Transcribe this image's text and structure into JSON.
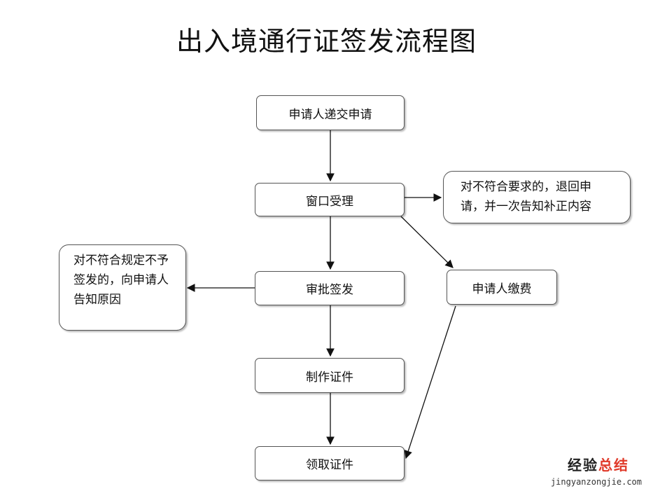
{
  "title": "出入境通行证签发流程图",
  "nodes": {
    "apply": "申请人递交申请",
    "window": "窗口受理",
    "approve": "审批签发",
    "make": "制作证件",
    "collect": "领取证件",
    "pay": "申请人缴费"
  },
  "notes": {
    "reject_return": "对不符合要求的，退回申请，并一次告知补正内容",
    "reject_inform": "对不符合规定不予签发的，向申请人告知原因"
  },
  "watermark": {
    "brand_dark": "经验",
    "brand_red": "总结",
    "url": "jingyanzongjie.com",
    "red_color": "#e03a2a"
  }
}
